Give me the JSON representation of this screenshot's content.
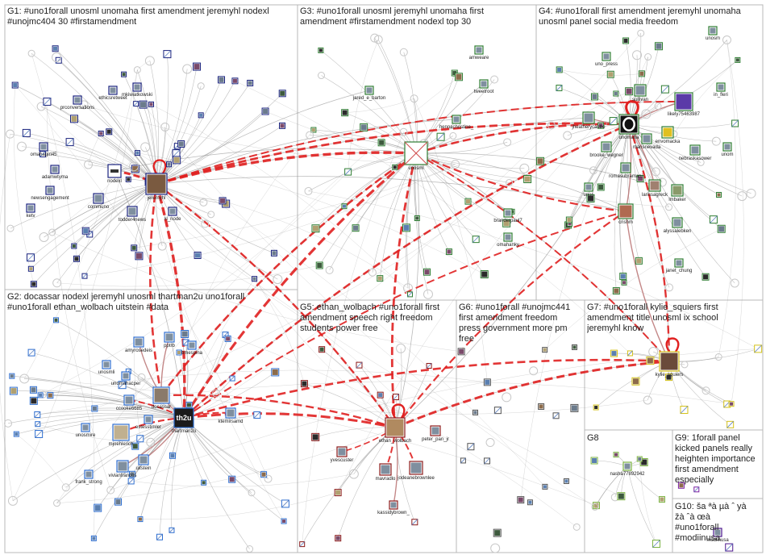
{
  "theme": {
    "edge": "#8c8c8c",
    "edge_strong": "#e02020",
    "edge_mid": "#b56a6a",
    "box_border": "#b8b8b8",
    "node_stroke": "#9a9a9a",
    "g1": "#1a237e",
    "g2": "#2f6fd0",
    "g3": "#2e7d32",
    "g4": "#2e7d32",
    "g5": "#8b1a1a",
    "g6": "#555555",
    "g7": "#d4c21a",
    "g8": "#7cb342",
    "g9": "#7b1fa2",
    "g10": "#4a148c"
  },
  "groups": [
    {
      "id": "g1",
      "lines": [
        "G1: #uno1forall unosml unomaha first amendment jeremyhl nodexl",
        "#unojmc404 30 #firstamendment"
      ]
    },
    {
      "id": "g2",
      "lines": [
        "G2: docassar nodexl jeremyhl unosml thartman2u uno1forall",
        "#uno1forall ethan_wolbach uitstein #data"
      ]
    },
    {
      "id": "g3",
      "lines": [
        "G3: #uno1forall unosml jeremyhl unomaha first",
        "amendment #firstamendment nodexl top 30"
      ]
    },
    {
      "id": "g4",
      "lines": [
        "G4: #uno1forall first amendment jeremyhl unomaha",
        "unosml panel social media freedom"
      ]
    },
    {
      "id": "g5",
      "lines": [
        "G5: ethan_wolbach #uno1forall first",
        "amendment speech right freedom",
        "students power free"
      ]
    },
    {
      "id": "g6",
      "lines": [
        "G6: #uno1forall #unojmc441",
        "first amendment freedom",
        "press government more pm",
        "free"
      ]
    },
    {
      "id": "g7",
      "lines": [
        "G7: #uno1forall kylie_squiers first",
        "amendment title unosml ix school",
        "jeremyhl know"
      ]
    },
    {
      "id": "g8",
      "lines": [
        "G8"
      ]
    },
    {
      "id": "g9",
      "lines": [
        "G9: 1forall panel",
        "kicked panels really",
        "heighten importance",
        "first amendment",
        "especially"
      ]
    },
    {
      "id": "g10",
      "lines": [
        "G10: ša ªà µà ˆ yà",
        "žà ˆà œà",
        "#uno1forall",
        "#modiinusa"
      ]
    }
  ],
  "node_labels": {
    "prconversations": "prconversations",
    "ethicsretweet": "ethicsretweet",
    "mkiwiatkowski": "mkiwiatkowski",
    "omahagirl45": "omahagirl45",
    "adamwtyma": "adamwtyma",
    "newsengagement": "newsengagement",
    "ketv": "ketv",
    "nodexl": "nodexl",
    "communo": "communo",
    "jeremyhl": "jeremyhl",
    "toddersnews": "todder4news",
    "xl_node": "xl_node",
    "jared_e_barton": "jared_e_barton",
    "unosml": "unosml",
    "amweare": "amweare",
    "tweetroot": "tweetroot",
    "hennachristine": "hennachristine_",
    "branderpaul7": "branderpaul7",
    "omahanky": "omahanky",
    "uno_press": "uno_press",
    "unosm": "unosm",
    "jheatherycastro": "jheatherycastro",
    "sullivan": "sullivan",
    "likely": "likely75463987",
    "in_fleri": "in_fleri",
    "unomaha": "unomaha",
    "envomacka": "envomacka",
    "marisnevada": "marisnevada",
    "brooke_wegner": "brooke_wegner",
    "nebraskasower": "nebraskasower",
    "unom": "unom",
    "romasubramani": "romasubramani",
    "clarcasbaker": "lmbaker",
    "unos": "unos",
    "larissagreck": "larissagreck",
    "crishm": "crishm",
    "alyssalebken": "alyssalebken",
    "janet_chung": "janet_chung",
    "amyrosedeis": "amyrosedeis",
    "pptrb": "pptrb",
    "bmespina": "bmespina",
    "unosmli": "unosmli",
    "unomahacper": "unomahacper",
    "ccooke6685": "ccooke6685",
    "docassar": "docassar",
    "estesstimler": "estesstimler",
    "thartman2u": "thartman2u",
    "ktemirsamd": "ktemirsamd",
    "unosmire": "unosmire",
    "mjoehlerich": "mjoehlerich",
    "uitstein": "uitstein",
    "vivianfrancos": "vivianfrancos",
    "frank_strong": "frank_strong",
    "ethan_wolbach": "ethan_wolbach",
    "peter_pan_jr": "peter_pan_jr",
    "yvescuster": "yvescuster",
    "mavradlo": "mavradlo",
    "jodeanebrownlee": "jodeanebrownlee",
    "kassidybrown": "kassidybrown_",
    "kylie_squiers": "kylie_squiers",
    "nasha": "nasha77892942",
    "modiinusa": "modiinusa"
  }
}
